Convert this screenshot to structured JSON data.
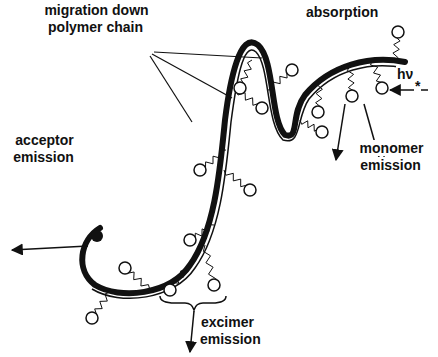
{
  "diagram": {
    "labels": [
      "migration down polymer chain",
      "absorption",
      "hν",
      "*",
      "acceptor emission",
      "monomer emission",
      "excimer emission"
    ]
  }
}
